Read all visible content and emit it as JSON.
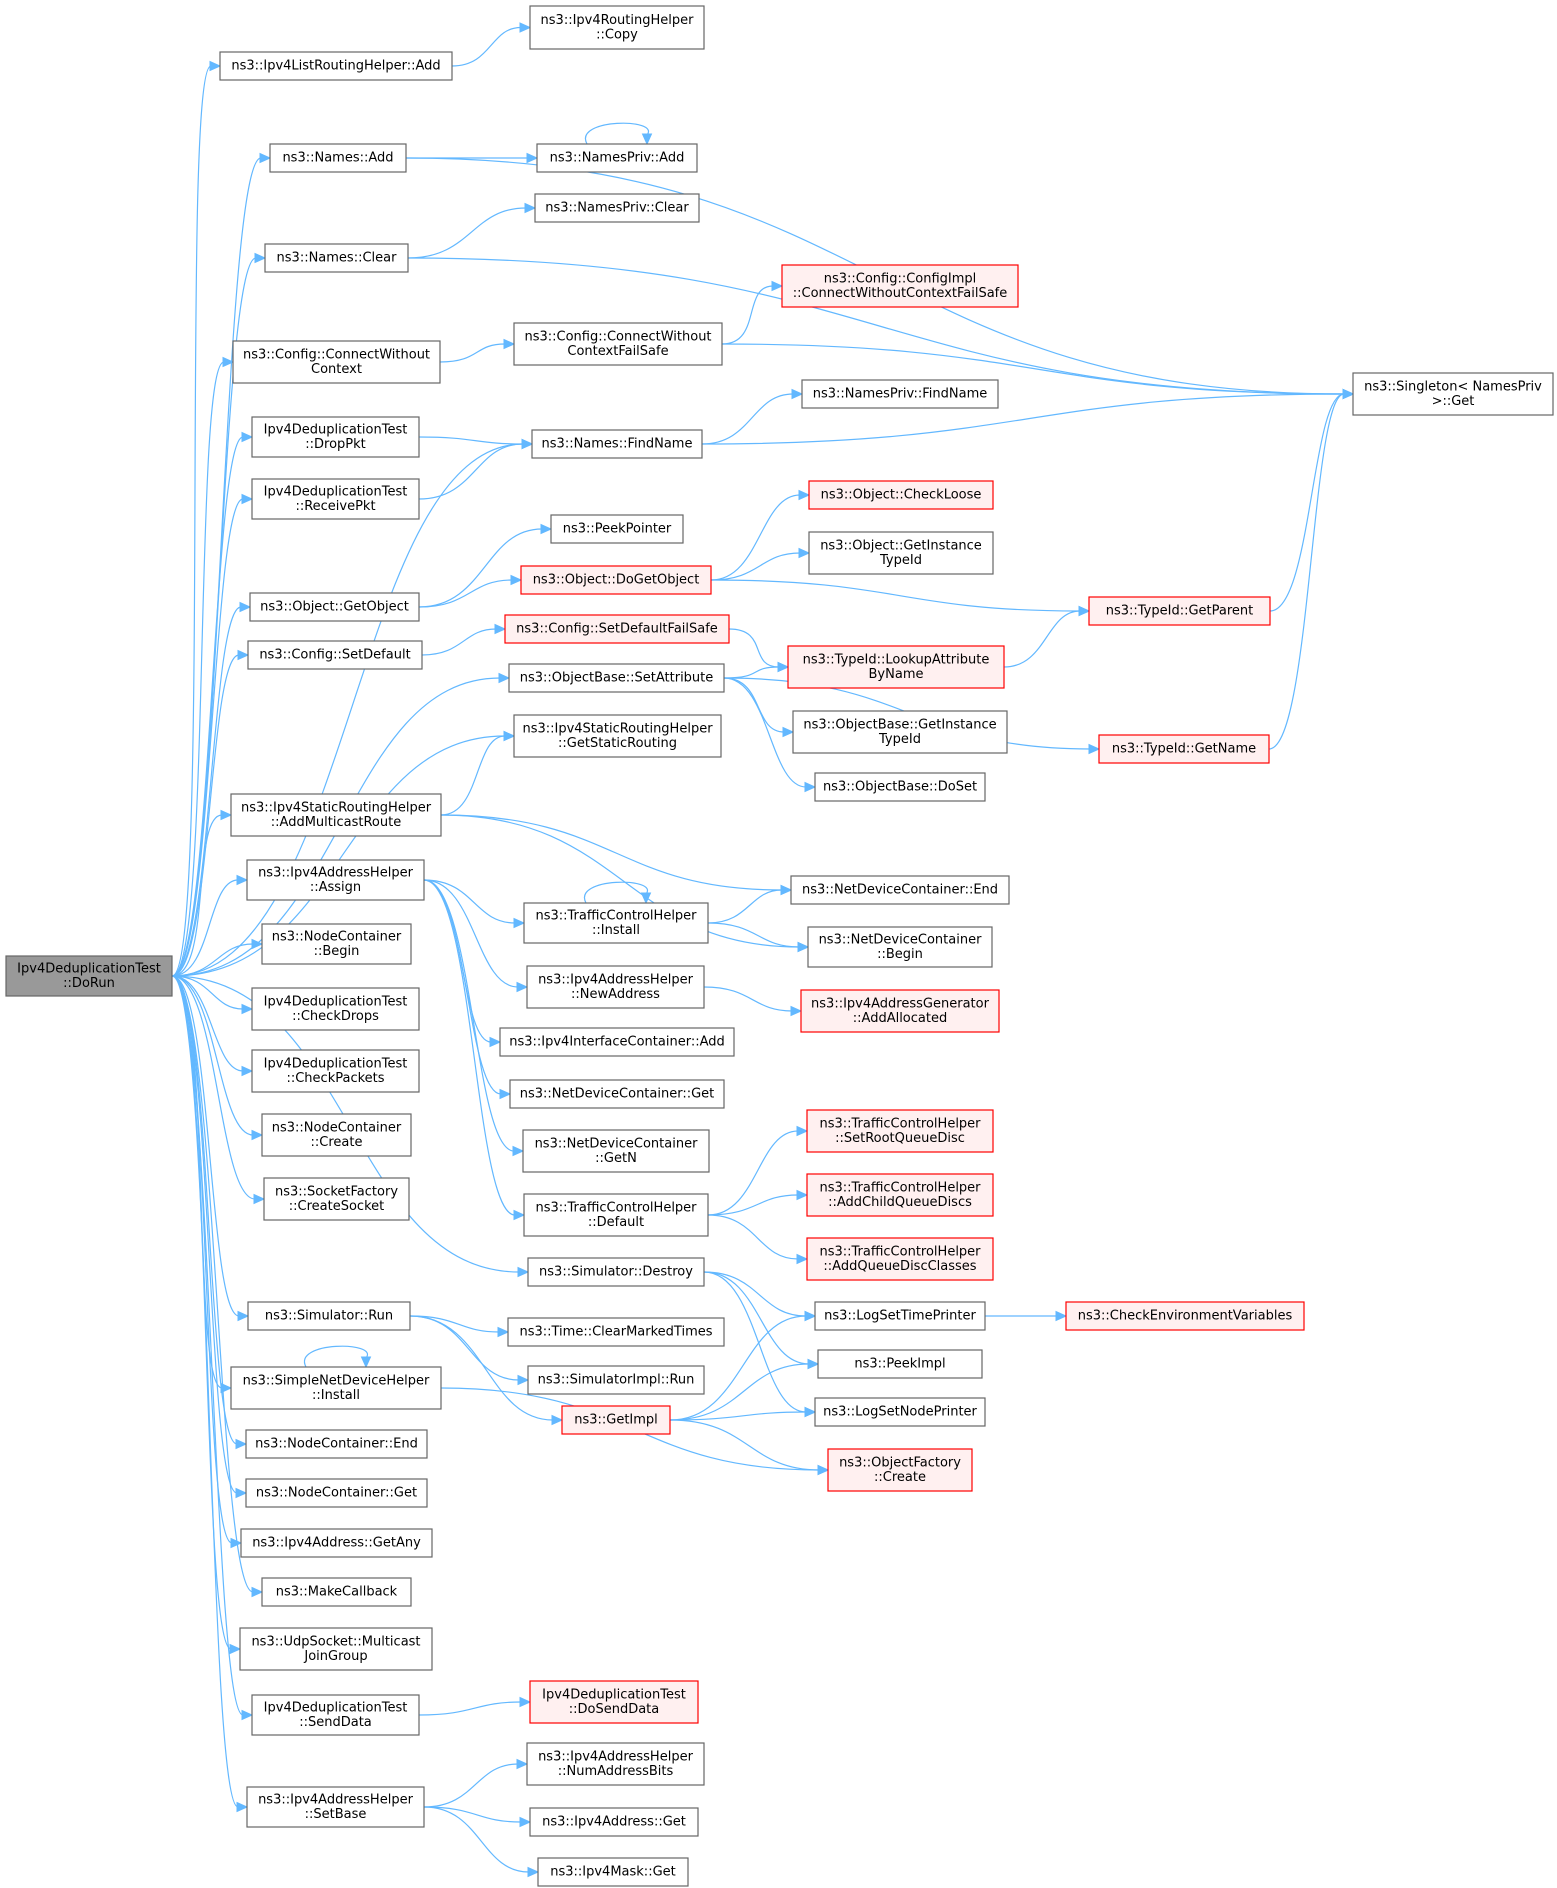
{
  "colors": {
    "edge": "#63b8ff",
    "node_border": "#666666",
    "node_border_missing_doc": "#ff0000",
    "node_fill_missing_doc": "#fff0f0",
    "root_fill": "#999999"
  },
  "nodes": [
    {
      "id": "root",
      "lines": [
        "Ipv4DeduplicationTest",
        "::DoRun"
      ],
      "style": "root"
    },
    {
      "id": "listAdd",
      "lines": [
        "ns3::Ipv4ListRoutingHelper::Add"
      ]
    },
    {
      "id": "routCopy",
      "lines": [
        "ns3::Ipv4RoutingHelper",
        "::Copy"
      ]
    },
    {
      "id": "namesAdd",
      "lines": [
        "ns3::Names::Add"
      ]
    },
    {
      "id": "namesPrivAdd",
      "lines": [
        "ns3::NamesPriv::Add"
      ]
    },
    {
      "id": "namesPrivClear",
      "lines": [
        "ns3::NamesPriv::Clear"
      ]
    },
    {
      "id": "namesClear",
      "lines": [
        "ns3::Names::Clear"
      ]
    },
    {
      "id": "configImpl",
      "lines": [
        "ns3::Config::ConfigImpl",
        "::ConnectWithoutContextFailSafe"
      ],
      "style": "red"
    },
    {
      "id": "connectWC",
      "lines": [
        "ns3::Config::ConnectWithout",
        "Context"
      ]
    },
    {
      "id": "connectWCFS",
      "lines": [
        "ns3::Config::ConnectWithout",
        "ContextFailSafe"
      ]
    },
    {
      "id": "singleton",
      "lines": [
        "ns3::Singleton< NamesPriv",
        ">::Get"
      ]
    },
    {
      "id": "namesPrivFind",
      "lines": [
        "ns3::NamesPriv::FindName"
      ]
    },
    {
      "id": "dropPkt",
      "lines": [
        "Ipv4DeduplicationTest",
        "::DropPkt"
      ]
    },
    {
      "id": "namesFind",
      "lines": [
        "ns3::Names::FindName"
      ]
    },
    {
      "id": "receivePkt",
      "lines": [
        "Ipv4DeduplicationTest",
        "::ReceivePkt"
      ]
    },
    {
      "id": "checkLoose",
      "lines": [
        "ns3::Object::CheckLoose"
      ],
      "style": "red"
    },
    {
      "id": "peekPointer",
      "lines": [
        "ns3::PeekPointer"
      ]
    },
    {
      "id": "objGetInstTypeId",
      "lines": [
        "ns3::Object::GetInstance",
        "TypeId"
      ]
    },
    {
      "id": "doGetObject",
      "lines": [
        "ns3::Object::DoGetObject"
      ],
      "style": "red"
    },
    {
      "id": "getObject",
      "lines": [
        "ns3::Object::GetObject"
      ]
    },
    {
      "id": "getParent",
      "lines": [
        "ns3::TypeId::GetParent"
      ],
      "style": "red"
    },
    {
      "id": "setDefaultFS",
      "lines": [
        "ns3::Config::SetDefaultFailSafe"
      ],
      "style": "red"
    },
    {
      "id": "setDefault",
      "lines": [
        "ns3::Config::SetDefault"
      ]
    },
    {
      "id": "lookupAttr",
      "lines": [
        "ns3::TypeId::LookupAttribute",
        "ByName"
      ],
      "style": "red"
    },
    {
      "id": "setAttribute",
      "lines": [
        "ns3::ObjectBase::SetAttribute"
      ]
    },
    {
      "id": "obGetInstTypeId",
      "lines": [
        "ns3::ObjectBase::GetInstance",
        "TypeId"
      ]
    },
    {
      "id": "getStaticRouting",
      "lines": [
        "ns3::Ipv4StaticRoutingHelper",
        "::GetStaticRouting"
      ]
    },
    {
      "id": "getName",
      "lines": [
        "ns3::TypeId::GetName"
      ],
      "style": "red"
    },
    {
      "id": "doSet",
      "lines": [
        "ns3::ObjectBase::DoSet"
      ]
    },
    {
      "id": "addMcastRoute",
      "lines": [
        "ns3::Ipv4StaticRoutingHelper",
        "::AddMulticastRoute"
      ]
    },
    {
      "id": "assign",
      "lines": [
        "ns3::Ipv4AddressHelper",
        "::Assign"
      ]
    },
    {
      "id": "ndcEnd",
      "lines": [
        "ns3::NetDeviceContainer::End"
      ]
    },
    {
      "id": "tchInstall",
      "lines": [
        "ns3::TrafficControlHelper",
        "::Install"
      ]
    },
    {
      "id": "ncBegin",
      "lines": [
        "ns3::NodeContainer",
        "::Begin"
      ]
    },
    {
      "id": "ndcBegin",
      "lines": [
        "ns3::NetDeviceContainer",
        "::Begin"
      ]
    },
    {
      "id": "newAddress",
      "lines": [
        "ns3::Ipv4AddressHelper",
        "::NewAddress"
      ]
    },
    {
      "id": "checkDrops",
      "lines": [
        "Ipv4DeduplicationTest",
        "::CheckDrops"
      ]
    },
    {
      "id": "addAllocated",
      "lines": [
        "ns3::Ipv4AddressGenerator",
        "::AddAllocated"
      ],
      "style": "red"
    },
    {
      "id": "ifcAdd",
      "lines": [
        "ns3::Ipv4InterfaceContainer::Add"
      ]
    },
    {
      "id": "checkPackets",
      "lines": [
        "Ipv4DeduplicationTest",
        "::CheckPackets"
      ]
    },
    {
      "id": "ndcGet",
      "lines": [
        "ns3::NetDeviceContainer::Get"
      ]
    },
    {
      "id": "ncCreate",
      "lines": [
        "ns3::NodeContainer",
        "::Create"
      ]
    },
    {
      "id": "setRootQD",
      "lines": [
        "ns3::TrafficControlHelper",
        "::SetRootQueueDisc"
      ],
      "style": "red"
    },
    {
      "id": "ndcGetN",
      "lines": [
        "ns3::NetDeviceContainer",
        "::GetN"
      ]
    },
    {
      "id": "createSocket",
      "lines": [
        "ns3::SocketFactory",
        "::CreateSocket"
      ]
    },
    {
      "id": "addChildQD",
      "lines": [
        "ns3::TrafficControlHelper",
        "::AddChildQueueDiscs"
      ],
      "style": "red"
    },
    {
      "id": "tchDefault",
      "lines": [
        "ns3::TrafficControlHelper",
        "::Default"
      ]
    },
    {
      "id": "addQDClasses",
      "lines": [
        "ns3::TrafficControlHelper",
        "::AddQueueDiscClasses"
      ],
      "style": "red"
    },
    {
      "id": "simDestroy",
      "lines": [
        "ns3::Simulator::Destroy"
      ]
    },
    {
      "id": "simRun",
      "lines": [
        "ns3::Simulator::Run"
      ]
    },
    {
      "id": "logTime",
      "lines": [
        "ns3::LogSetTimePrinter"
      ]
    },
    {
      "id": "checkEnv",
      "lines": [
        "ns3::CheckEnvironmentVariables"
      ],
      "style": "red"
    },
    {
      "id": "clearMarked",
      "lines": [
        "ns3::Time::ClearMarkedTimes"
      ]
    },
    {
      "id": "peekImpl",
      "lines": [
        "ns3::PeekImpl"
      ]
    },
    {
      "id": "simImplRun",
      "lines": [
        "ns3::SimulatorImpl::Run"
      ]
    },
    {
      "id": "sndhInstall",
      "lines": [
        "ns3::SimpleNetDeviceHelper",
        "::Install"
      ]
    },
    {
      "id": "logNode",
      "lines": [
        "ns3::LogSetNodePrinter"
      ]
    },
    {
      "id": "getImpl",
      "lines": [
        "ns3::GetImpl"
      ],
      "style": "red"
    },
    {
      "id": "ncEnd",
      "lines": [
        "ns3::NodeContainer::End"
      ]
    },
    {
      "id": "objFactCreate",
      "lines": [
        "ns3::ObjectFactory",
        "::Create"
      ],
      "style": "red"
    },
    {
      "id": "ncGet",
      "lines": [
        "ns3::NodeContainer::Get"
      ]
    },
    {
      "id": "getAny",
      "lines": [
        "ns3::Ipv4Address::GetAny"
      ]
    },
    {
      "id": "makeCallback",
      "lines": [
        "ns3::MakeCallback"
      ]
    },
    {
      "id": "mcastJoin",
      "lines": [
        "ns3::UdpSocket::Multicast",
        "JoinGroup"
      ]
    },
    {
      "id": "sendData",
      "lines": [
        "Ipv4DeduplicationTest",
        "::SendData"
      ]
    },
    {
      "id": "doSendData",
      "lines": [
        "Ipv4DeduplicationTest",
        "::DoSendData"
      ],
      "style": "red"
    },
    {
      "id": "numAddrBits",
      "lines": [
        "ns3::Ipv4AddressHelper",
        "::NumAddressBits"
      ]
    },
    {
      "id": "setBase",
      "lines": [
        "ns3::Ipv4AddressHelper",
        "::SetBase"
      ]
    },
    {
      "id": "ipv4AddrGet",
      "lines": [
        "ns3::Ipv4Address::Get"
      ]
    },
    {
      "id": "ipv4MaskGet",
      "lines": [
        "ns3::Ipv4Mask::Get"
      ]
    }
  ]
}
